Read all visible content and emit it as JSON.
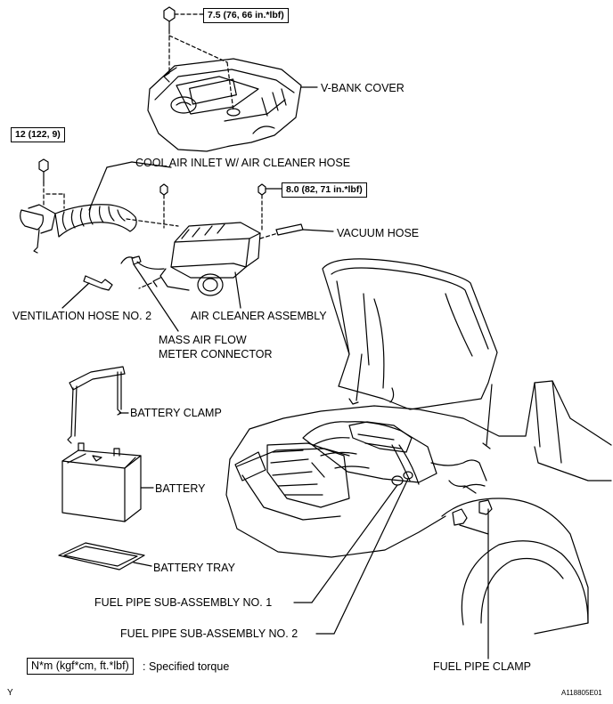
{
  "torques": {
    "t1": "7.5 (76, 66 in.*lbf)",
    "t2": "12 (122, 9)",
    "t3": "8.0 (82, 71 in.*lbf)"
  },
  "labels": {
    "v_bank_cover": "V-BANK COVER",
    "cool_air_inlet": "COOL AIR INLET W/ AIR CLEANER HOSE",
    "vacuum_hose": "VACUUM HOSE",
    "ventilation_hose": "VENTILATION HOSE NO. 2",
    "air_cleaner": "AIR CLEANER ASSEMBLY",
    "maf_line1": "MASS AIR FLOW",
    "maf_line2": "METER CONNECTOR",
    "battery_clamp": "BATTERY CLAMP",
    "battery": "BATTERY",
    "battery_tray": "BATTERY TRAY",
    "fuel_pipe_1": "FUEL PIPE SUB-ASSEMBLY NO. 1",
    "fuel_pipe_2": "FUEL PIPE SUB-ASSEMBLY NO. 2",
    "fuel_pipe_clamp": "FUEL PIPE CLAMP"
  },
  "legend": {
    "unit": "N*m (kgf*cm, ft.*lbf)",
    "text": ": Specified torque"
  },
  "footer": {
    "left": "Y",
    "right": "A118805E01"
  }
}
